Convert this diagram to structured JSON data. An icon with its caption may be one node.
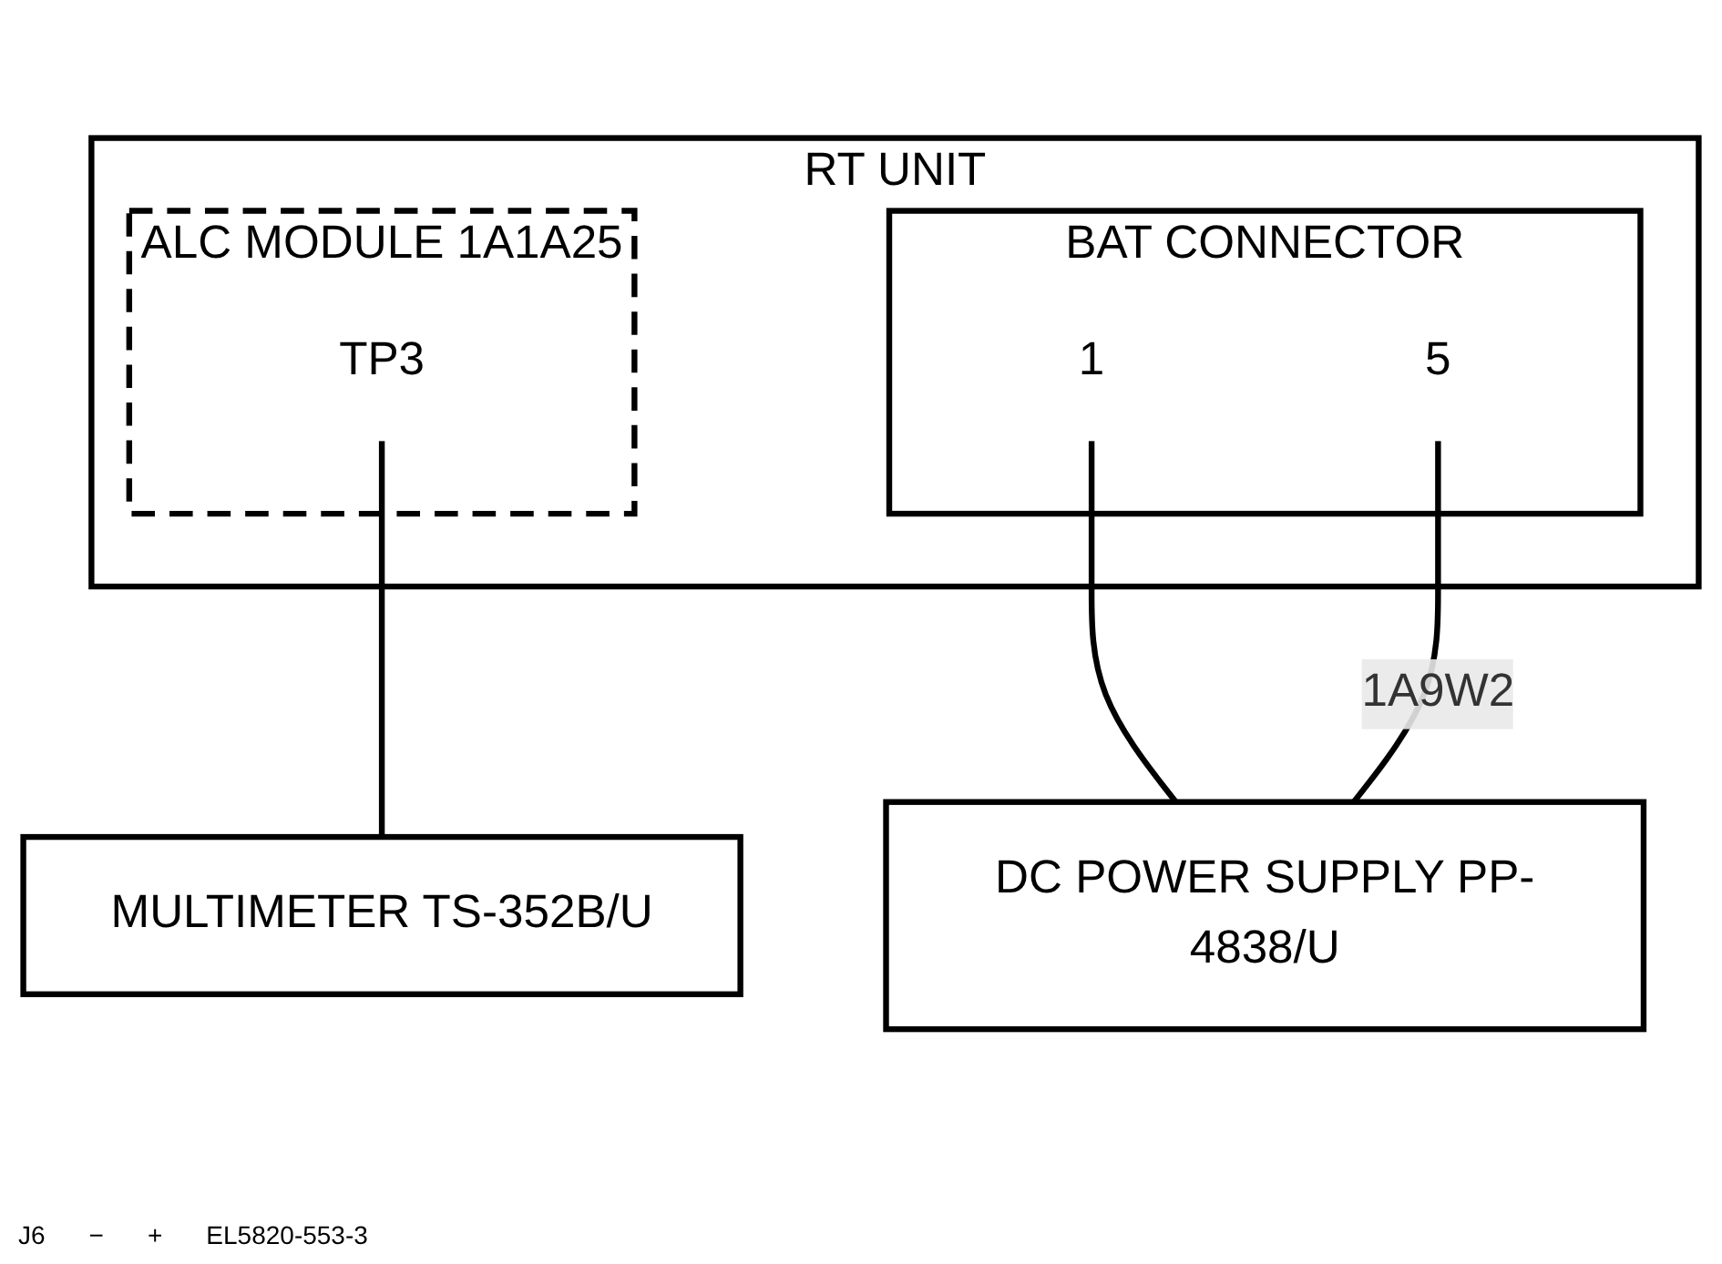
{
  "diagram": {
    "nodes": [
      {
        "text": [
          "RT UNIT"
        ]
      },
      {
        "text": [
          "ALC MODULE 1A1A25"
        ],
        "in": 0
      },
      {
        "text": [
          "TP3"
        ],
        "in": 1
      },
      {
        "text": [
          "BAT CONNECTOR"
        ],
        "in": 0
      },
      {
        "text": [
          "1"
        ],
        "in": 3
      },
      {
        "text": [
          "5"
        ],
        "in": 3
      },
      {
        "text": [
          "MULTIMETER TS-352B/U"
        ]
      },
      {
        "text": [
          "DC POWER SUPPLY PP-4838/U"
        ]
      }
    ],
    "edges": [
      {
        "from": 2,
        "to": 6,
        "arrow": "none"
      },
      {
        "from": 4,
        "to": 7,
        "arrow": "none"
      },
      {
        "from": 5,
        "to": 7,
        "arrow": "none",
        "label": "1A9W2"
      }
    ],
    "labels": [
      "J6",
      "−",
      "+",
      "EL5820-553-3"
    ]
  }
}
